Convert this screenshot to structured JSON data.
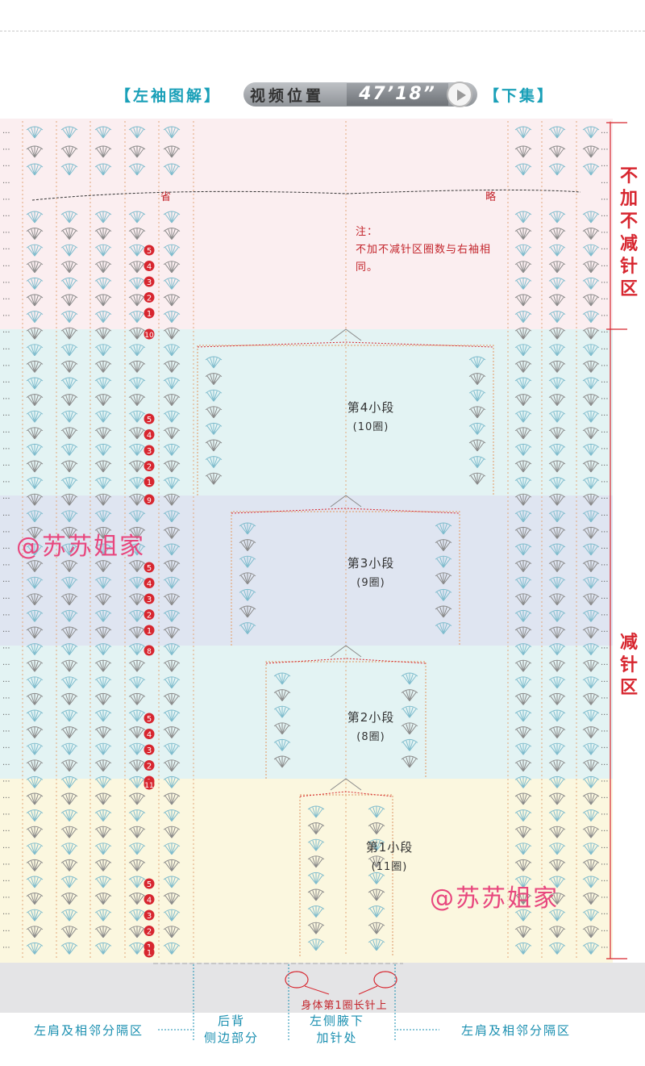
{
  "header": {
    "left_bracket_label": "【左袖图解】",
    "video_label": "视频位置",
    "video_time": "47’18”",
    "right_bracket_label": "【下集】"
  },
  "side_labels": {
    "upper": "不加不减针区",
    "lower": "减针区"
  },
  "omit": {
    "left": "省",
    "right": "略"
  },
  "note": {
    "title": "注：",
    "body": "不加不减针区圈数与右袖相同。"
  },
  "sections": [
    {
      "name": "第4小段",
      "rounds": "(10圈)"
    },
    {
      "name": "第3小段",
      "rounds": "(9圈)"
    },
    {
      "name": "第2小段",
      "rounds": "(8圈)"
    },
    {
      "name": "第1小段",
      "rounds": "(11圈)"
    }
  ],
  "row_numbers": {
    "top_group": [
      "5",
      "4",
      "3",
      "2",
      "1"
    ],
    "section_totals": [
      "10",
      "9",
      "8",
      "11"
    ]
  },
  "watermark": "@苏苏姐家",
  "bottom": {
    "callout": "身体第1圈长针上",
    "left_zone": "左肩及相邻分隔区",
    "back_part": "后背\n侧边部分",
    "underarm": "左侧腋下\n加针处",
    "right_zone": "左肩及相邻分隔区"
  },
  "colors": {
    "zone_pink": "#fbeef0",
    "zone_teal": "#e3f3f3",
    "zone_blue": "#dfe5f1",
    "zone_yellow": "#fbf7df",
    "red": "#d7262f",
    "teal_text": "#1aa0b8"
  }
}
